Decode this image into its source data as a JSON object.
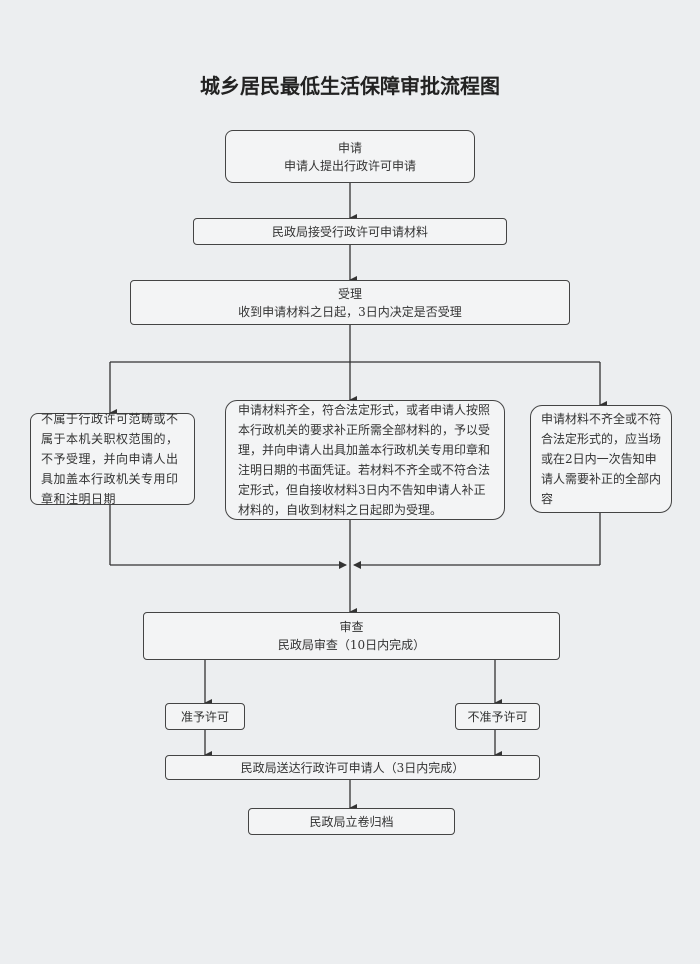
{
  "title": "城乡居民最低生活保障审批流程图",
  "steps": {
    "apply": {
      "heading": "申请",
      "text": "申请人提出行政许可申请"
    },
    "receive": {
      "text": "民政局接受行政许可申请材料"
    },
    "accept": {
      "heading": "受理",
      "text": "收到申请材料之日起，3日内决定是否受理"
    },
    "reject": {
      "text": "不属于行政许可范畴或不属于本机关职权范围的，不予受理，并向申请人出具加盖本行政机关专用印章和注明日期"
    },
    "complete": {
      "text": "申请材料齐全，符合法定形式，或者申请人按照本行政机关的要求补正所需全部材料的，予以受理，并向申请人出具加盖本行政机关专用印章和注明日期的书面凭证。若材料不齐全或不符合法定形式，但自接收材料3日内不告知申请人补正材料的，自收到材料之日起即为受理。"
    },
    "incomplete": {
      "text": "申请材料不齐全或不符合法定形式的，应当场或在2日内一次告知申请人需要补正的全部内容"
    },
    "review": {
      "heading": "审查",
      "text": "民政局审查（10日内完成）"
    },
    "approve": {
      "text": "准予许可"
    },
    "deny": {
      "text": "不准予许可"
    },
    "deliver": {
      "text": "民政局送达行政许可申请人（3日内完成）"
    },
    "archive": {
      "text": "民政局立卷归档"
    }
  }
}
